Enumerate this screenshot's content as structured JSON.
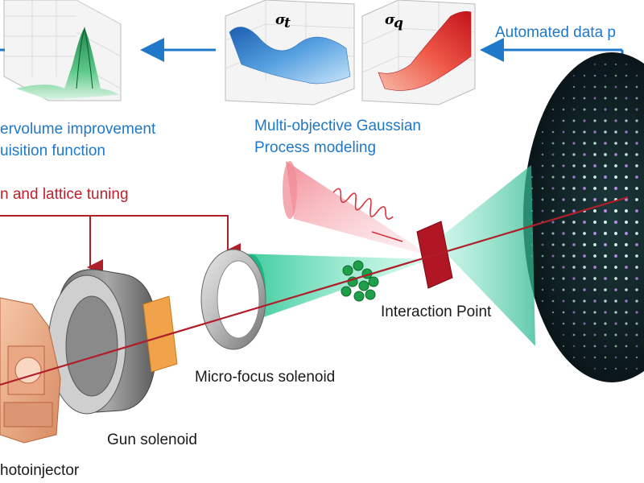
{
  "labels": {
    "automated": "Automated data p",
    "hypervolume_line1": "ervolume improvement",
    "hypervolume_line2": "uisition function",
    "gp_line1": "Multi-objective Gaussian",
    "gp_line2": "Process modeling",
    "tuning": "n and lattice tuning",
    "interaction": "Interaction Point",
    "micro_focus": "Micro-focus solenoid",
    "gun_solenoid": "Gun solenoid",
    "photoinjector": "hotoinjector"
  },
  "plots": {
    "sigma_t": "σ",
    "sigma_t_sub": "t",
    "sigma_q": "σ",
    "sigma_q_sub": "q"
  },
  "colors": {
    "blue_text": "#1f78c8",
    "red_text": "#c0202a",
    "beam": "#b01e2a",
    "cone": "#3fd6a8",
    "detector": "#0b1a1f"
  }
}
